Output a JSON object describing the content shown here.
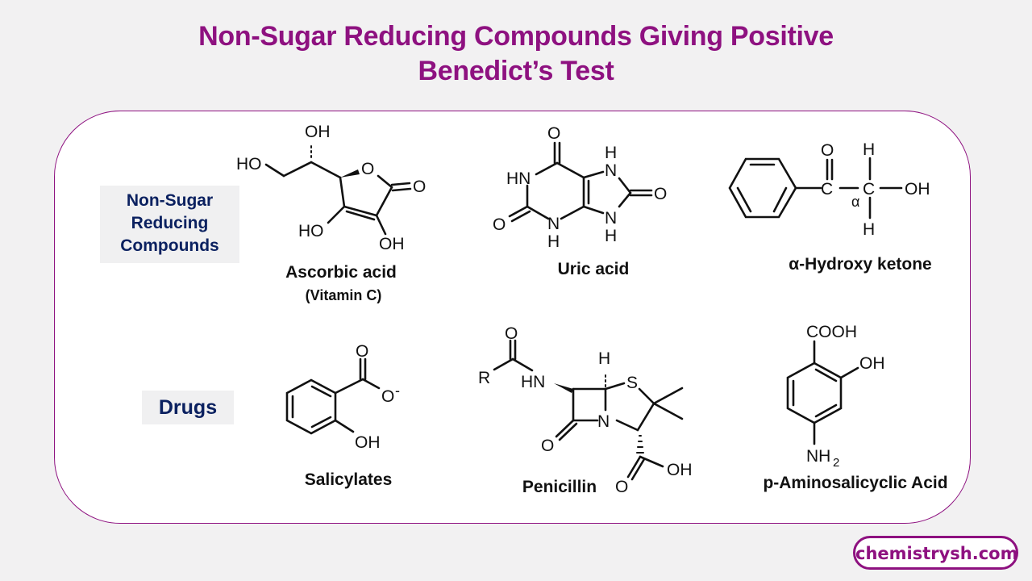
{
  "title": {
    "line1": "Non-Sugar Reducing Compounds Giving Positive",
    "line2": "Benedict’s Test"
  },
  "categories": [
    {
      "label_lines": [
        "Non-Sugar",
        "Reducing",
        "Compounds"
      ]
    },
    {
      "label": "Drugs"
    }
  ],
  "compounds": {
    "ascorbic": {
      "name": "Ascorbic acid",
      "sub": "(Vitamin  C)",
      "atoms": {
        "oh_top": "OH",
        "ho_left": "HO",
        "o_ring": "O",
        "o_keto": "O",
        "ho_bottom": "HO",
        "oh_bottom": "OH"
      }
    },
    "uric": {
      "name": "Uric acid",
      "atoms": {
        "o_top": "O",
        "hn": "HN",
        "h_top": "H",
        "n_top": "N",
        "o_right": "O",
        "o_left": "O",
        "n_bottom": "N",
        "h_bottom": "H",
        "n_bottom_r": "N",
        "h_bottom_r": "H"
      }
    },
    "hydroxy_ketone": {
      "name": "α-Hydroxy ketone",
      "atoms": {
        "o": "O",
        "c1": "C",
        "c2": "C",
        "alpha": "α",
        "h_top": "H",
        "h_bottom": "H",
        "oh": "OH"
      }
    },
    "salicylates": {
      "name": "Salicylates",
      "atoms": {
        "o_top": "O",
        "o_minus": "O",
        "minus": "-",
        "oh": "OH"
      }
    },
    "penicillin": {
      "name": "Penicillin",
      "atoms": {
        "o_top": "O",
        "r": "R",
        "hn": "HN",
        "h": "H",
        "s": "S",
        "n": "N",
        "o_left": "O",
        "oh": "OH",
        "o_bottom": "O"
      }
    },
    "pas": {
      "name": "p-Aminosalicyclic Acid",
      "atoms": {
        "cooh": "COOH",
        "oh": "OH",
        "nh": "NH",
        "sub2": "2"
      }
    }
  },
  "watermark": "chemistrysh.com",
  "colors": {
    "accent": "#8e1180",
    "category_text": "#0b2160",
    "background": "#f2f1f2"
  }
}
